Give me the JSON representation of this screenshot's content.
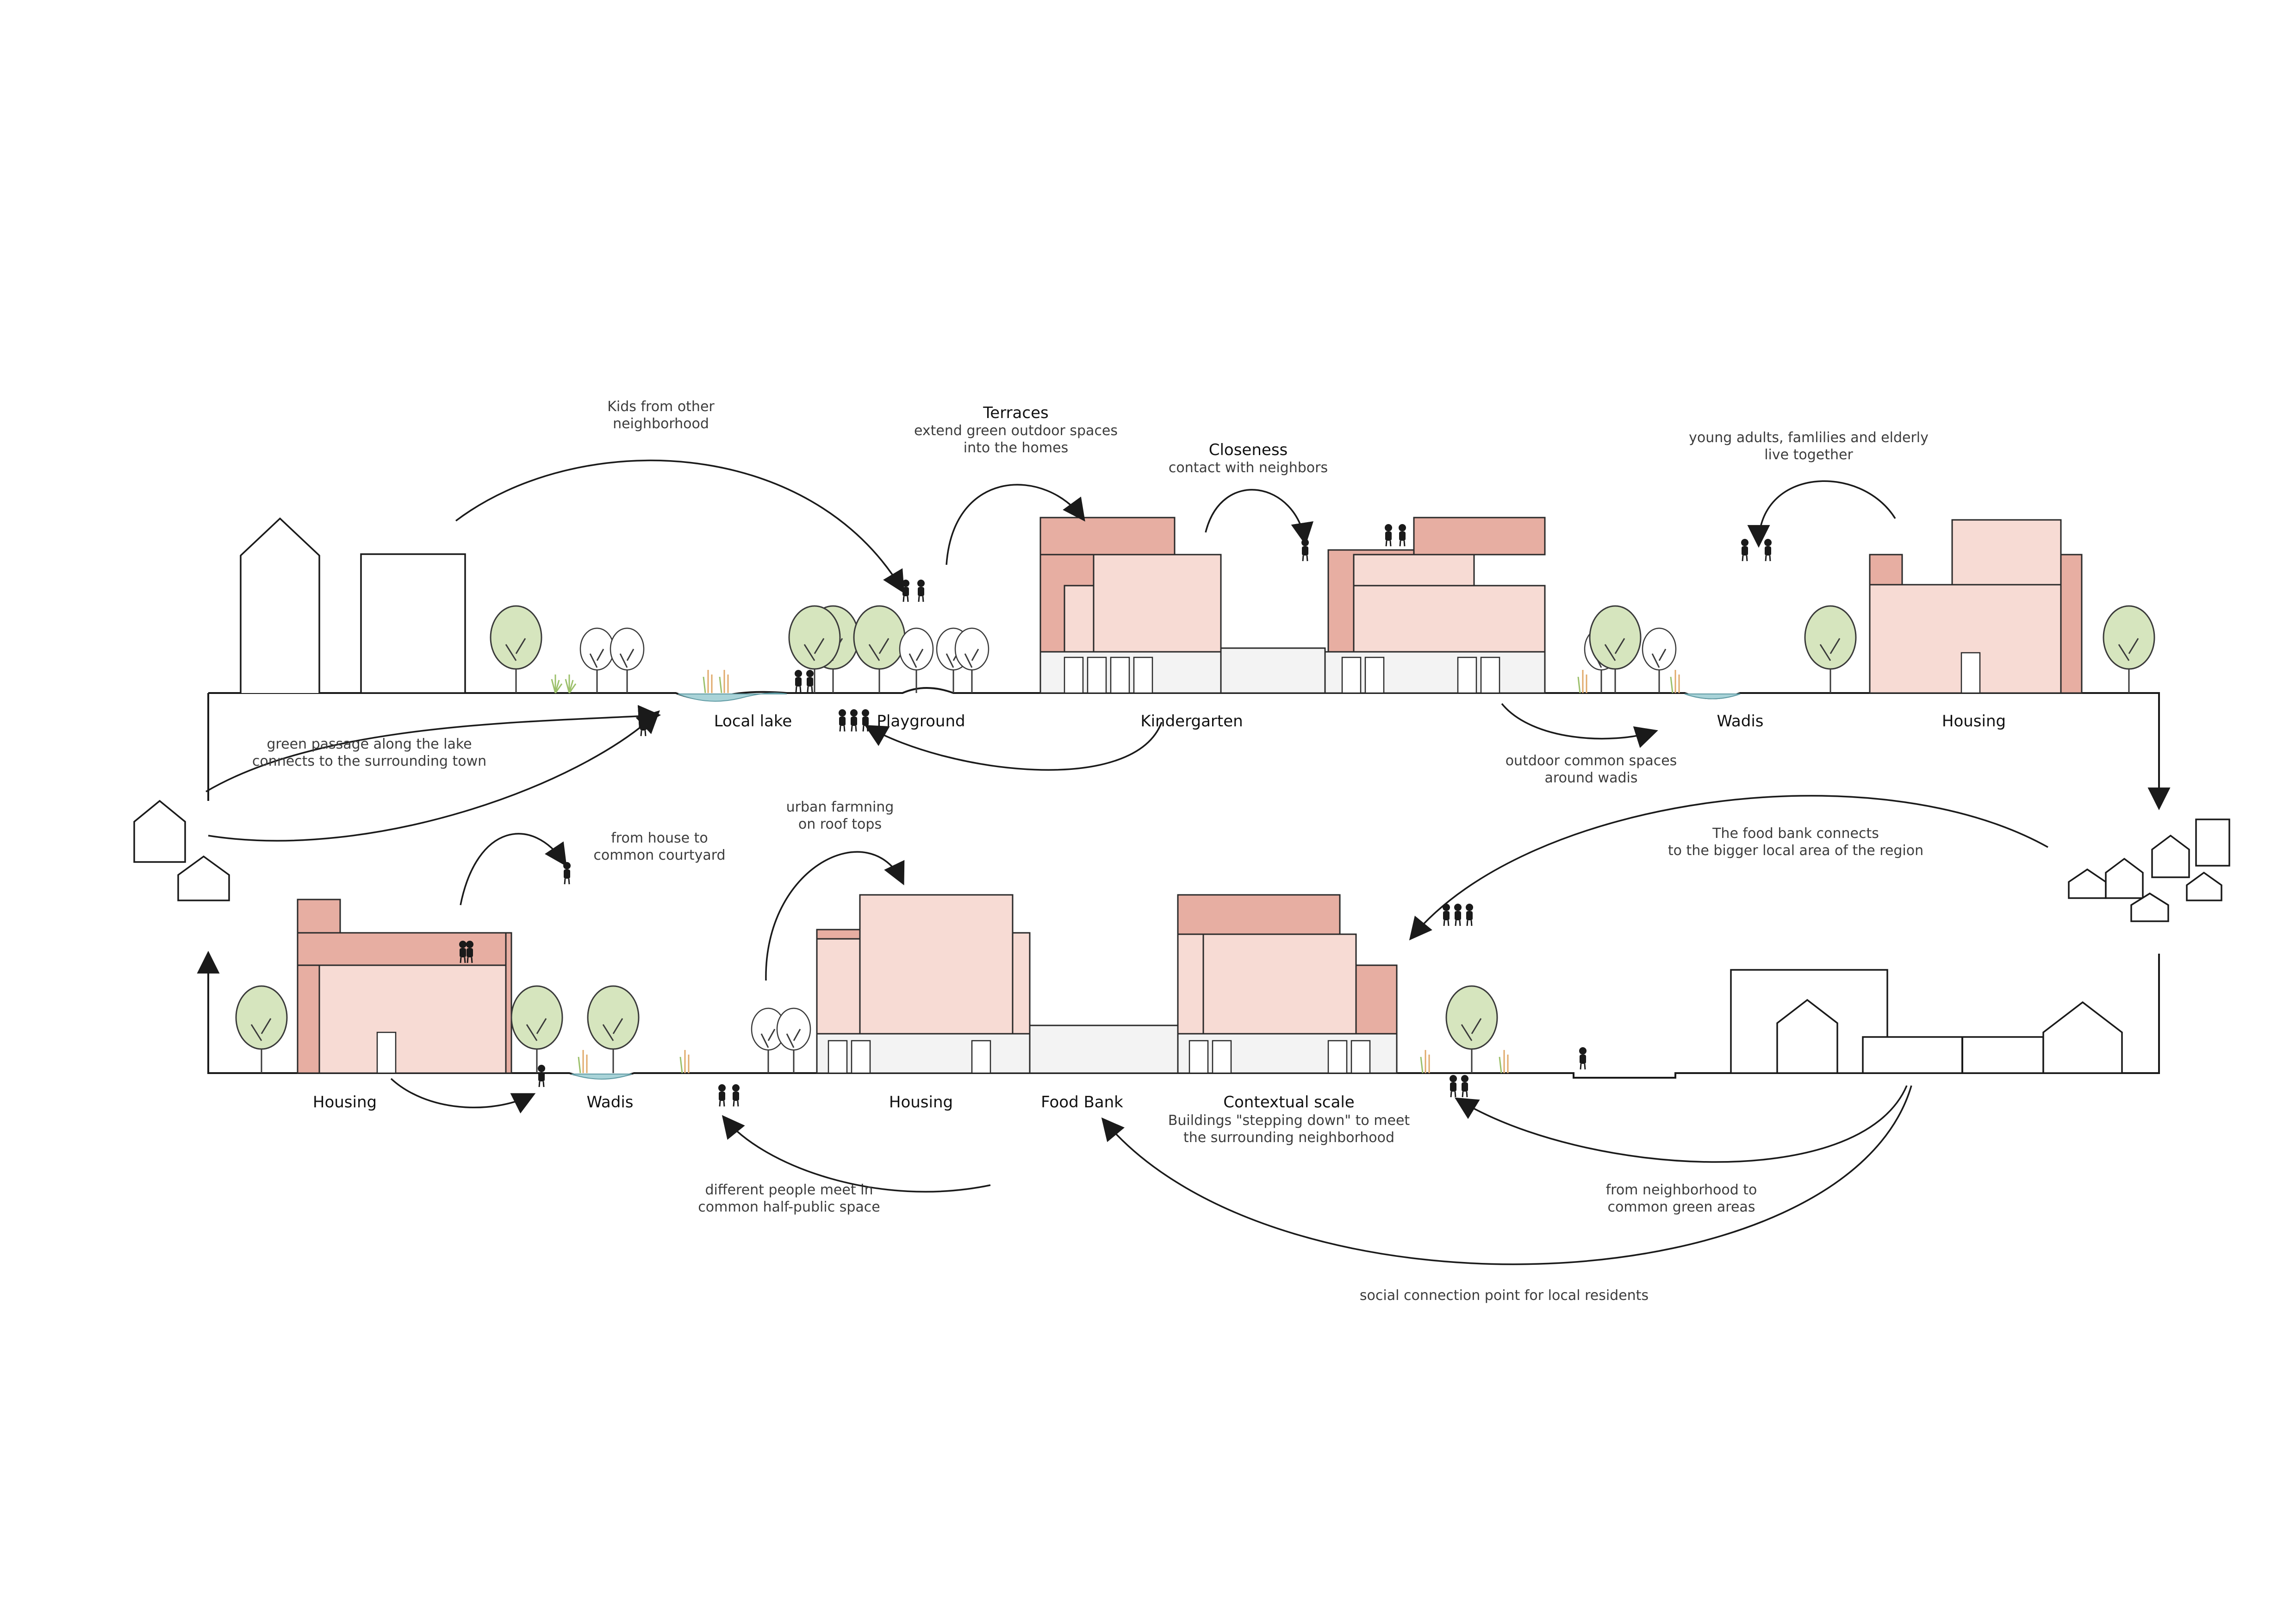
{
  "diagram": {
    "top_section": {
      "place_labels": {
        "local_lake": "Local lake",
        "playground": "Playground",
        "kindergarten": "Kindergarten",
        "wadis": "Wadis",
        "housing": "Housing"
      },
      "annotations": {
        "kids": [
          "Kids from other",
          "neighborhood"
        ],
        "terraces_title": "Terraces",
        "terraces_text": [
          "extend green outdoor spaces",
          "into the homes"
        ],
        "closeness_title": "Closeness",
        "closeness_text": "contact with neighbors",
        "together": [
          "young adults, famlilies and elderly",
          "live together"
        ],
        "green_passage": [
          "green passage along the lake",
          "connects to the surrounding town"
        ],
        "outdoor_common": [
          "outdoor common spaces",
          "around wadis"
        ]
      }
    },
    "bottom_section": {
      "place_labels": {
        "housing_left": "Housing",
        "wadis": "Wadis",
        "housing_mid": "Housing",
        "food_bank": "Food Bank"
      },
      "annotations": {
        "house_to_courtyard": [
          "from house to",
          "common courtyard"
        ],
        "urban_farming": [
          "urban farmning",
          "on roof tops"
        ],
        "food_bank_connects": [
          "The food bank connects",
          "to the bigger local area of the region"
        ],
        "contextual_title": "Contextual scale",
        "contextual_text": [
          "Buildings \"stepping down\" to meet",
          "the surrounding neighborhood"
        ],
        "different_people": [
          "different people meet in",
          "common half-public space"
        ],
        "neighborhood_green": [
          "from neighborhood to",
          "common green areas"
        ],
        "social_point": "social connection point for local residents"
      }
    },
    "colors": {
      "building_dark": "#e7aea2",
      "building_light": "#f7dbd4",
      "tree": "#d6e5be",
      "water": "#a9d3d8",
      "grass": "#9cc06b"
    }
  }
}
